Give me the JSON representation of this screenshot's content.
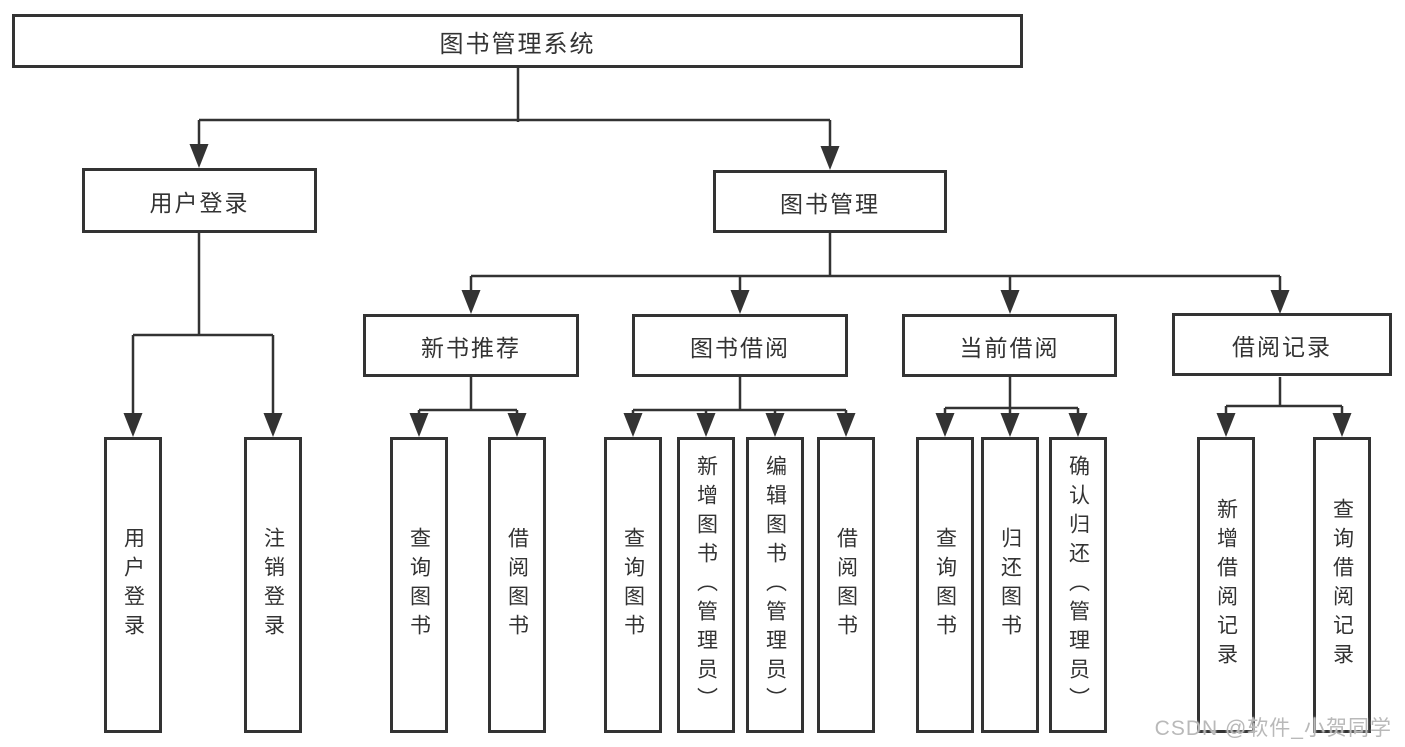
{
  "diagram": {
    "root": {
      "label": "图书管理系统"
    },
    "branches": [
      {
        "label": "用户登录",
        "children": [
          {
            "label": "用户登录"
          },
          {
            "label": "注销登录"
          }
        ]
      },
      {
        "label": "图书管理",
        "children": [
          {
            "label": "新书推荐",
            "children": [
              {
                "label": "查询图书"
              },
              {
                "label": "借阅图书"
              }
            ]
          },
          {
            "label": "图书借阅",
            "children": [
              {
                "label": "查询图书"
              },
              {
                "label": "新增图书（管理员）"
              },
              {
                "label": "编辑图书（管理员）"
              },
              {
                "label": "借阅图书"
              }
            ]
          },
          {
            "label": "当前借阅",
            "children": [
              {
                "label": "查询图书"
              },
              {
                "label": "归还图书"
              },
              {
                "label": "确认归还（管理员）"
              }
            ]
          },
          {
            "label": "借阅记录",
            "children": [
              {
                "label": "新增借阅记录"
              },
              {
                "label": "查询借阅记录"
              }
            ]
          }
        ]
      }
    ]
  },
  "watermark": {
    "text": "CSDN @软件_小贺同学"
  },
  "colors": {
    "line": "#333333",
    "text": "#333333",
    "watermark": "#b9b9b9",
    "background": "#ffffff"
  }
}
